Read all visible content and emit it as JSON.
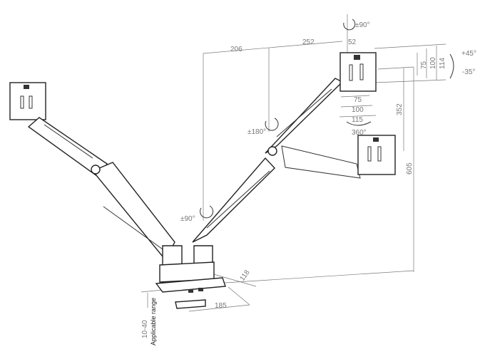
{
  "diagram": {
    "title": "Dual monitor arm dimensions",
    "labels": {
      "top_rotation": "±90°",
      "arm_upper_length": "252",
      "arm_lower_length": "206",
      "offset_top": "52",
      "vesa_v_75": "75",
      "vesa_v_100": "100",
      "plate_height": "114",
      "tilt_up": "+45°",
      "tilt_down": "-35°",
      "vesa_h_75": "75",
      "vesa_h_100": "100",
      "plate_width": "115",
      "rotation_360": "360°",
      "height_adjust": "352",
      "max_height": "605",
      "elbow_rotation": "±180°",
      "base_rotation": "±90°",
      "base_depth": "118",
      "clamp_length": "185",
      "desk_thickness": "10-40",
      "applicable_range": "Applicable range"
    }
  }
}
